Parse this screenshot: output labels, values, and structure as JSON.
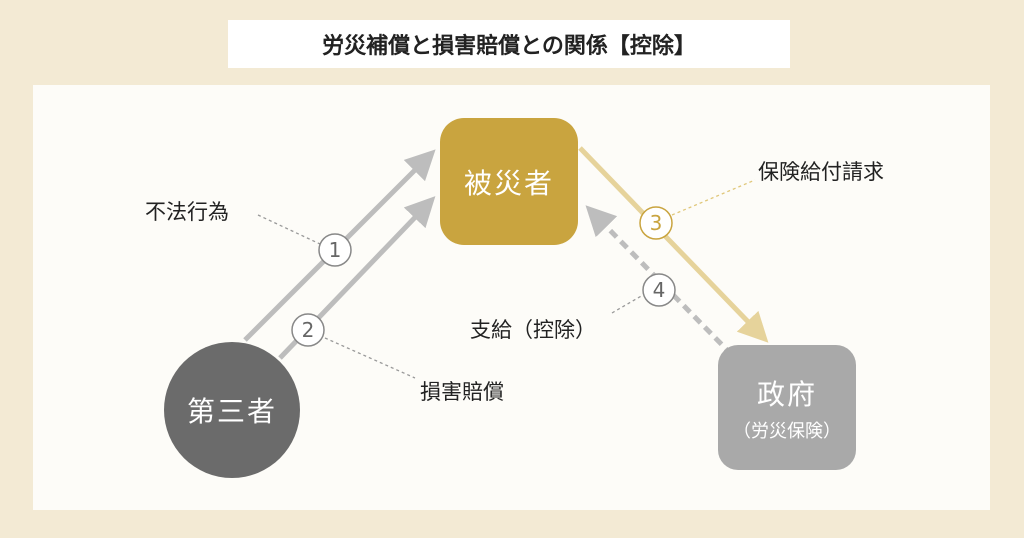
{
  "title": "労災補償と損害賠償との関係【控除】",
  "nodes": {
    "victim": "被災者",
    "third_party": "第三者",
    "government": "政府",
    "government_sub": "（労災保険）"
  },
  "steps": [
    {
      "num": "1",
      "label": "不法行為"
    },
    {
      "num": "2",
      "label": "損害賠償"
    },
    {
      "num": "3",
      "label": "保険給付請求"
    },
    {
      "num": "4",
      "label": "支給（控除）"
    }
  ],
  "colors": {
    "background": "#f3ead4",
    "victim": "#c9a43f",
    "third_party": "#6b6b6b",
    "government": "#a9a9a9",
    "claim_arrow": "#e6d39b",
    "gray_arrow": "#bdbdbd"
  }
}
